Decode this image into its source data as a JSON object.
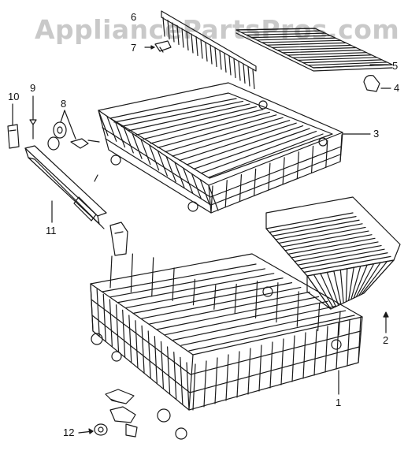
{
  "watermark": "AppliancePartsPros.com",
  "callouts": {
    "c1": "1",
    "c2": "2",
    "c3": "3",
    "c4": "4",
    "c5": "5",
    "c6": "6",
    "c7": "7",
    "c8": "8",
    "c9": "9",
    "c10": "10",
    "c11": "11",
    "c12": "12"
  },
  "colors": {
    "ink": "#1a1a1a",
    "watermark": "#c9c9c9"
  }
}
